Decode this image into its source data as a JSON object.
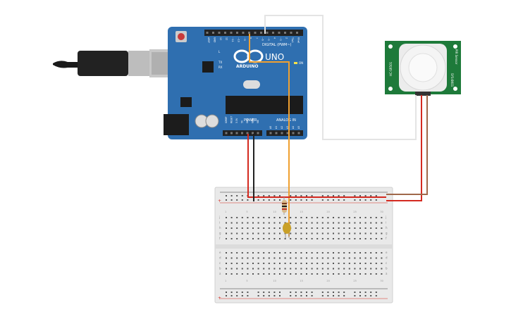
{
  "arduino": {
    "brand": "UNO",
    "maker": "ARDUINO",
    "digital_label": "DIGITAL (PWM~)",
    "power_label": "POWER",
    "analog_label": "ANALOG IN",
    "on_label": "ON",
    "tx_label": "TX",
    "rx_label": "RX",
    "l_label": "L",
    "digital_pins": [
      "AREF",
      "GND",
      "13",
      "12",
      "~11",
      "~10",
      "~9",
      "8",
      "7",
      "~6",
      "~5",
      "4",
      "~3",
      "2",
      "TX▸1",
      "RX◂0"
    ],
    "power_pins": [
      "IOREF",
      "RESET",
      "3.3V",
      "5V",
      "GND",
      "GND",
      "Vin"
    ],
    "analog_pins": [
      "A0",
      "A1",
      "A2",
      "A3",
      "A4",
      "A5"
    ]
  },
  "pir_sensor": {
    "label_left": "HC-SR501",
    "label_right": "PIR Sensor",
    "model": "SYS-BK01"
  },
  "breadboard": {
    "columns": 30,
    "rows_top": [
      "j",
      "i",
      "h",
      "g",
      "f"
    ],
    "rows_bottom": [
      "e",
      "d",
      "c",
      "b",
      "a"
    ],
    "rail_plus": "+",
    "rail_minus": "-"
  },
  "colors": {
    "arduino_board": "#2f6fb0",
    "wire_orange": "#f0a030",
    "wire_red": "#d42a20",
    "wire_black": "#222222",
    "wire_brown": "#a0684a",
    "wire_white": "#e8e8e8",
    "pir_board": "#1e7a3a",
    "led": "#c9a028"
  }
}
